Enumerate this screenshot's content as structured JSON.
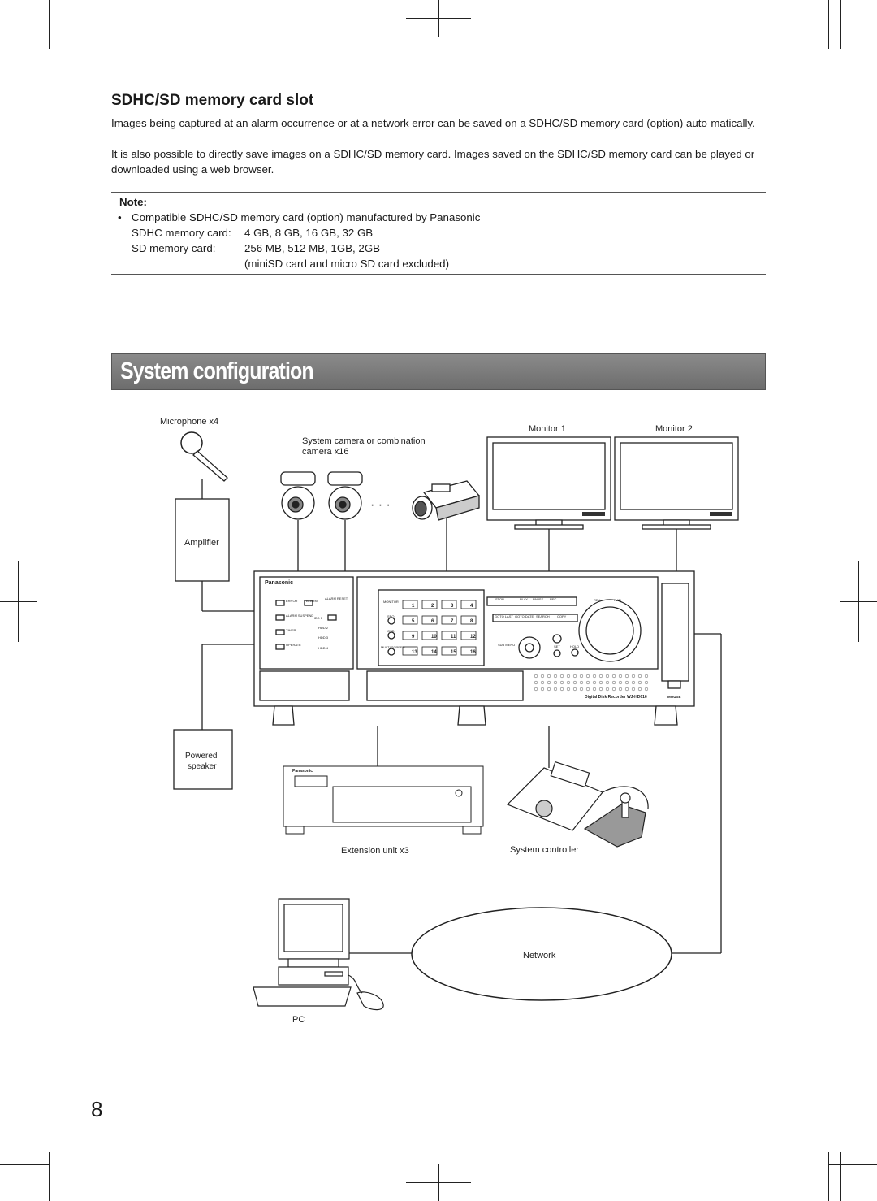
{
  "section": {
    "title": "SDHC/SD memory card slot",
    "para1": "Images being captured at an alarm occurrence or at a network error can be saved on a SDHC/SD memory card (option) auto-matically.",
    "para2": "It is also possible to directly save images on a SDHC/SD memory card. Images saved on the SDHC/SD memory card can be played or downloaded using a web browser."
  },
  "note": {
    "label": "Note:",
    "bullet": "•",
    "line1": "Compatible SDHC/SD memory card (option) manufactured by Panasonic",
    "sdhc_label": "SDHC memory card:",
    "sdhc_value": "4 GB, 8 GB, 16 GB, 32 GB",
    "sd_label": "SD memory card:",
    "sd_value": "256 MB, 512 MB, 1GB, 2GB",
    "excluded": "(miniSD card and micro SD card excluded)"
  },
  "banner": {
    "title": "System configuration"
  },
  "diagram": {
    "microphone": "Microphone x4",
    "camera_line1": "System camera or combination",
    "camera_line2": "camera x16",
    "dots": "· · ·",
    "monitor1": "Monitor 1",
    "monitor2": "Monitor 2",
    "amplifier": "Amplifier",
    "speaker_line1": "Powered",
    "speaker_line2": "speaker",
    "extension": "Extension unit x3",
    "controller": "System controller",
    "network": "Network",
    "pc": "PC",
    "brand": "Panasonic",
    "recorder_model": "Digital Disk Recorder WJ-HD616",
    "mouse": "MOUSE",
    "keys": [
      "1",
      "2",
      "3",
      "4",
      "5",
      "6",
      "7",
      "8",
      "9",
      "10",
      "11",
      "12",
      "13",
      "14",
      "15",
      "16"
    ],
    "buttons": [
      "STOP",
      "PLAY",
      "PAUSE",
      "REC",
      "GOTO LAST",
      "GOTO DATE",
      "SEARCH",
      "COPY",
      "SUB MENU",
      "SET",
      "HOLD",
      "REV",
      "FWD",
      "MONITOR",
      "ERROR",
      "ALARM",
      "ALARM RESET",
      "ALARM SUSPEND",
      "TIMER",
      "OPERATE",
      "HDD 1",
      "HDD 2",
      "HDD 3",
      "HDD 4",
      "MULTI SCREEN",
      "SEQ",
      "OSD"
    ]
  },
  "page": {
    "number": "8"
  }
}
